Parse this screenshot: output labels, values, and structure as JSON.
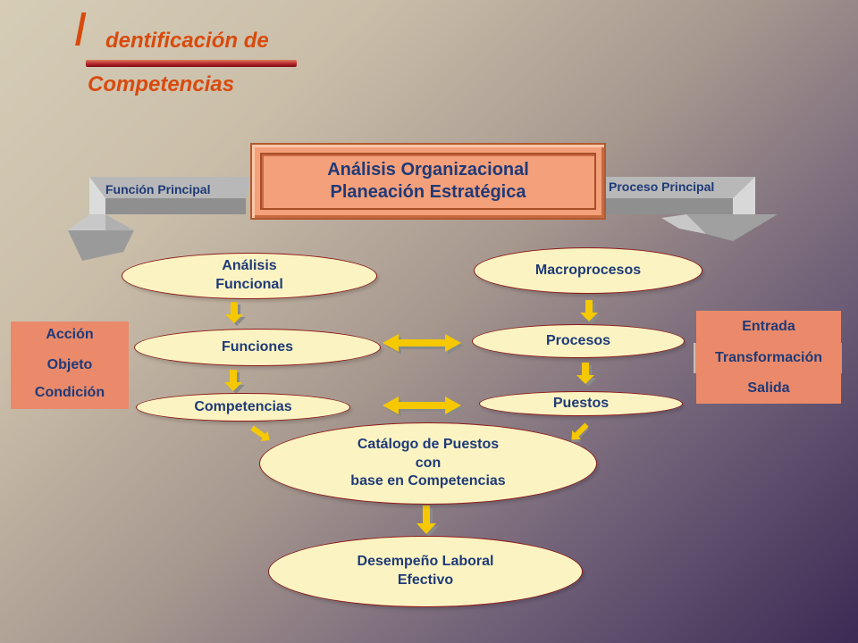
{
  "title": {
    "initial": "I",
    "line1_rest": "dentificación de",
    "line2": "Competencias"
  },
  "top": {
    "line1": "Análisis Organizacional",
    "line2": "Planeación Estratégica",
    "left_label": "Función Principal",
    "right_label": "Proceso Principal"
  },
  "left_column": {
    "analisis_funcional": [
      "Análisis",
      "Funcional"
    ],
    "funciones": "Funciones",
    "competencias": "Competencias"
  },
  "right_column": {
    "macroprocesos": "Macroprocesos",
    "procesos": "Procesos",
    "puestos": "Puestos"
  },
  "catalog": [
    "Catálogo de Puestos",
    "con",
    "base en Competencias"
  ],
  "result": [
    "Desempeño Laboral",
    "Efectivo"
  ],
  "left_box": [
    "Acción",
    "Objeto",
    "Condición"
  ],
  "right_box": [
    "Entrada",
    "Transformación",
    "Salida"
  ],
  "colors": {
    "title": "#d84a0e",
    "text": "#1f3a78",
    "oval_fill": "#fbf4c2",
    "oval_border": "#8c1a1a",
    "box_fill": "#ea8a6a",
    "main_fill": "#f4a07a",
    "arrow": "#f5c800"
  }
}
